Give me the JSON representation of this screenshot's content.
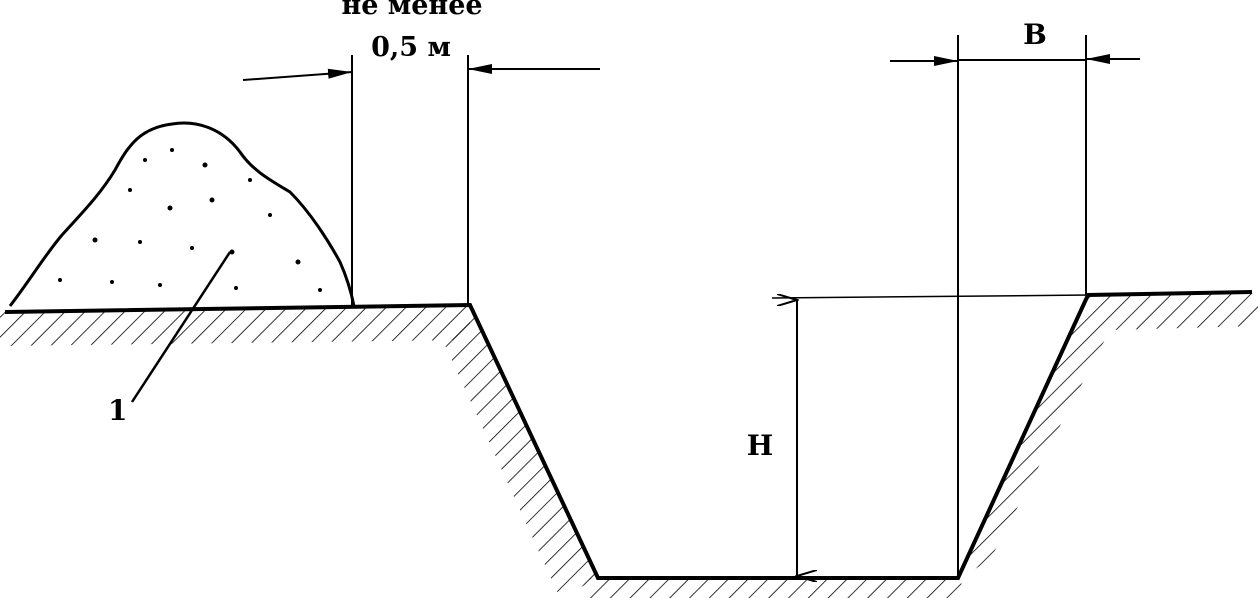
{
  "labels": {
    "min_distance_caption": "не менее",
    "min_distance_value": "0,5 м",
    "width_label": "B",
    "depth_label": "H",
    "spoil_heap_callout": "1"
  },
  "colors": {
    "ink": "#000000",
    "background": "#ffffff"
  }
}
